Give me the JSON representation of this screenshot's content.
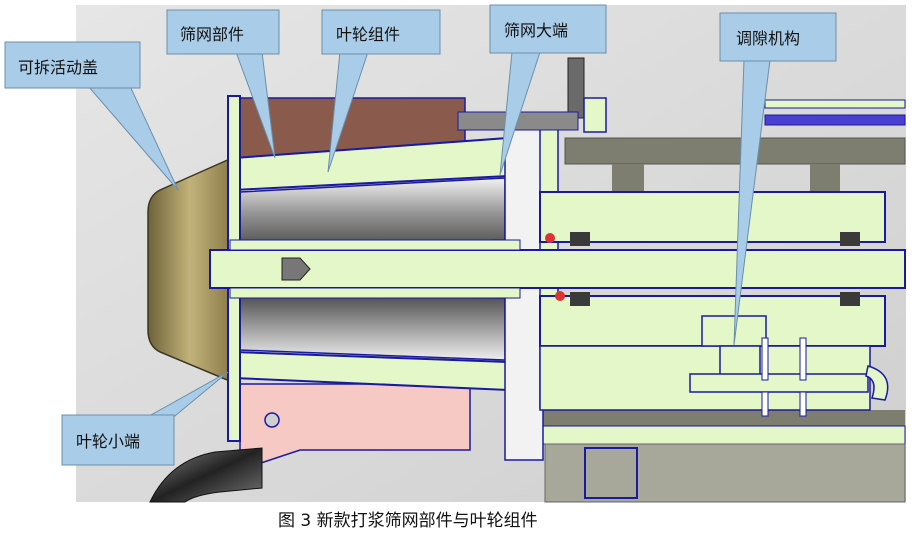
{
  "figure": {
    "caption": "图 3  新款打浆筛网部件与叶轮组件",
    "colors": {
      "background": "#dcdcdc",
      "part_fill": "#e4f7c8",
      "outline": "#1a1aa0",
      "cover": "#a89860",
      "frame": "#7d7d70",
      "pink": "#f6c9c4",
      "brown": "#8a5a4c",
      "callout": "#a9cde8",
      "callout_border": "#6c8faa"
    }
  },
  "callouts": [
    {
      "id": "removable-cover",
      "label": "可拆活动盖",
      "icon": "paragraph-mark-icon"
    },
    {
      "id": "screen-assembly",
      "label": "筛网部件",
      "icon": "paragraph-mark-icon"
    },
    {
      "id": "impeller-assembly",
      "label": "叶轮组件",
      "icon": "paragraph-mark-icon"
    },
    {
      "id": "screen-large-end",
      "label": "筛网大端",
      "icon": "paragraph-mark-icon"
    },
    {
      "id": "gap-adjust-mechanism",
      "label": "调隙机构",
      "icon": "paragraph-mark-icon"
    },
    {
      "id": "impeller-small-end",
      "label": "叶轮小端",
      "icon": "paragraph-mark-icon"
    }
  ]
}
